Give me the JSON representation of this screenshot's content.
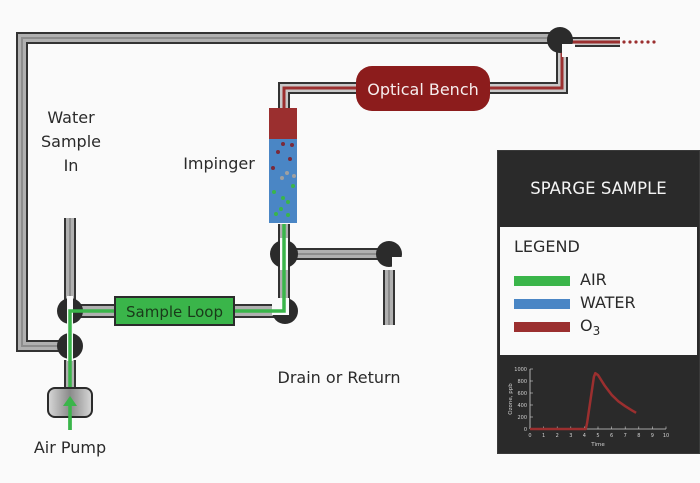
{
  "labels": {
    "water_sample_in": [
      "Water",
      "Sample",
      "In"
    ],
    "impinger": "Impinger",
    "optical_bench": "Optical Bench",
    "sample_loop": "Sample Loop",
    "drain_or_return": "Drain or Return",
    "air_pump": "Air Pump"
  },
  "panel": {
    "title": "SPARGE SAMPLE",
    "legend_title": "LEGEND",
    "legend": [
      {
        "label": "AIR",
        "color": "#3ab54a"
      },
      {
        "label": "WATER",
        "color": "#4a86c5"
      },
      {
        "label": "O3",
        "color": "#9b2f2f"
      }
    ]
  },
  "colors": {
    "air": "#3ab54a",
    "water": "#4a86c5",
    "ozone": "#9b2f2f",
    "optical_bench_fill": "#8c1c1c",
    "sample_loop_fill": "#3ab54a",
    "valve": "#2b2b2b",
    "pipe_edge": "#333333",
    "pipe_fill": "#a9a9a9"
  },
  "chart_data": {
    "type": "line",
    "title": "",
    "xlabel": "Time",
    "ylabel": "Ozone, ppb",
    "xlim": [
      0,
      10
    ],
    "ylim": [
      0,
      1000
    ],
    "xticks": [
      0,
      1,
      2,
      3,
      4,
      5,
      6,
      7,
      8,
      9,
      10
    ],
    "yticks": [
      0,
      200,
      400,
      600,
      800,
      1000
    ],
    "grid": false,
    "series": [
      {
        "name": "O3",
        "color": "#9b2f2f",
        "x": [
          0,
          4.1,
          4.2,
          4.7,
          4.8,
          5.0,
          5.5,
          6.0,
          6.5,
          7.0,
          7.5,
          7.8
        ],
        "y": [
          0,
          0,
          100,
          870,
          930,
          900,
          720,
          570,
          460,
          380,
          310,
          270
        ]
      }
    ]
  }
}
